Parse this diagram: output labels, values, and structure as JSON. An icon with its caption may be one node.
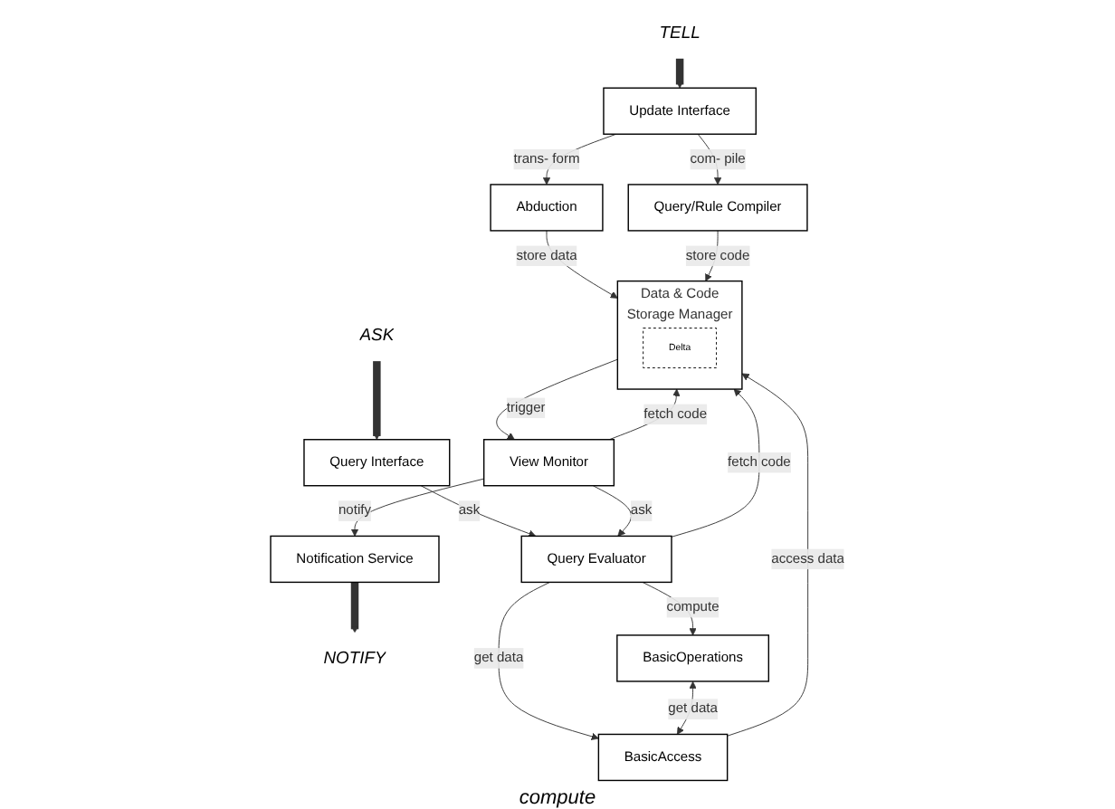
{
  "diagram": {
    "nodes": [
      {
        "text": [
          "ASK"
        ]
      },
      {
        "text": [
          "NOTIFY"
        ]
      },
      {
        "text": [
          "TELL"
        ]
      },
      {
        "text": [
          "Query Interface"
        ]
      },
      {
        "text": [
          "Notification Service"
        ]
      },
      {
        "text": [
          "Update Interface"
        ]
      },
      {
        "text": [
          "Abduction"
        ]
      },
      {
        "text": [
          "Query/Rule Compiler"
        ]
      },
      {
        "text": [
          "View Monitor"
        ]
      },
      {
        "text": [
          "Query Evaluator"
        ]
      },
      {
        "text": [
          "BasicOperations"
        ]
      },
      {
        "text": [
          "BasicAccess"
        ]
      },
      {
        "text": [
          "Data & Code",
          "Storage Manager"
        ]
      },
      {
        "text": [
          "Delta"
        ],
        "in": 12
      }
    ],
    "edges": [
      {
        "from": 0,
        "to": 3,
        "arrow": "to",
        "style": "thick"
      },
      {
        "from": 4,
        "to": 1,
        "arrow": "to",
        "style": "thick"
      },
      {
        "from": 2,
        "to": 5,
        "arrow": "to",
        "style": "thick"
      },
      {
        "from": 3,
        "to": 9,
        "arrow": "to",
        "label": "ask"
      },
      {
        "from": 8,
        "to": 4,
        "arrow": "to",
        "label": "notify"
      },
      {
        "from": 5,
        "to": 6,
        "arrow": "to",
        "label": "trans- form"
      },
      {
        "from": 5,
        "to": 7,
        "arrow": "to",
        "label": "com- pile"
      },
      {
        "from": 6,
        "to": 12,
        "arrow": "to",
        "label": "store data"
      },
      {
        "from": 7,
        "to": 12,
        "arrow": "to",
        "label": "store code"
      },
      {
        "from": 8,
        "to": 9,
        "arrow": "to",
        "label": "ask"
      },
      {
        "from": 12,
        "to": 8,
        "arrow": "to",
        "label": "trigger"
      },
      {
        "from": 8,
        "to": 12,
        "arrow": "to",
        "label": "fetch code"
      },
      {
        "from": 9,
        "to": 10,
        "arrow": "to",
        "label": "compute"
      },
      {
        "from": 9,
        "to": 11,
        "arrow": "to",
        "label": "get data"
      },
      {
        "from": 10,
        "to": 11,
        "arrow": "both",
        "label": "get data"
      },
      {
        "from": 11,
        "to": 12,
        "arrow": "to",
        "label": "access data"
      },
      {
        "from": 9,
        "to": 12,
        "arrow": "to",
        "label": "fetch code"
      }
    ],
    "labels": [
      "compute"
    ]
  }
}
